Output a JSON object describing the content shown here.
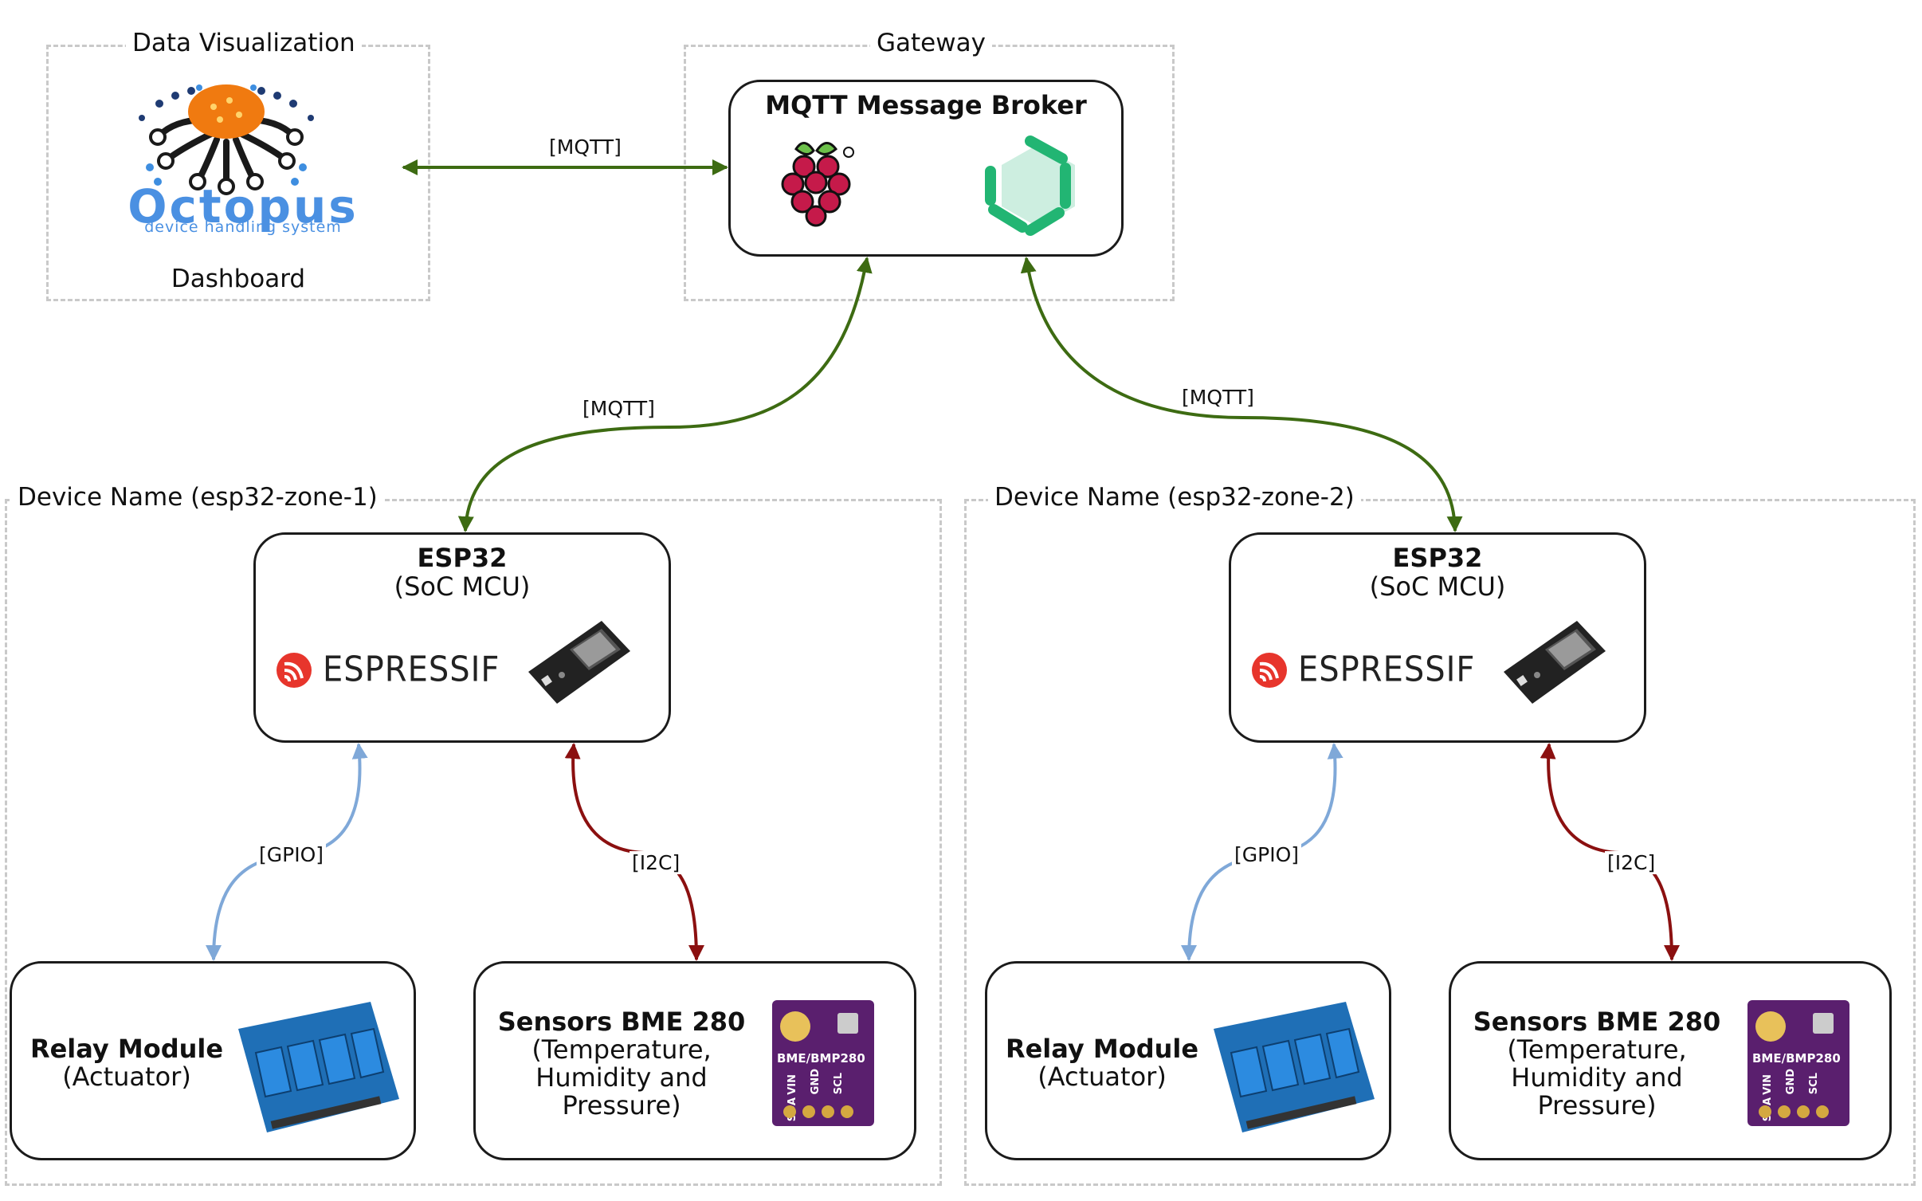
{
  "groups": {
    "data_viz": "Data Visualization",
    "gateway": "Gateway",
    "zone1": "Device Name (esp32-zone-1)",
    "zone2": "Device Name (esp32-zone-2)"
  },
  "dashboard": {
    "logo_name": "Octopus",
    "logo_tagline": "device handling system",
    "caption": "Dashboard"
  },
  "broker": {
    "title": "MQTT Message Broker"
  },
  "esp": {
    "title": "ESP32",
    "subtitle": "(SoC MCU)",
    "brand": "ESPRESSIF"
  },
  "relay": {
    "title": "Relay Module",
    "subtitle": "(Actuator)"
  },
  "sensor": {
    "title": "Sensors BME 280",
    "line1": "(Temperature,",
    "line2": "Humidity and",
    "line3": "Pressure)",
    "chip_label": "BME/BMP280",
    "pins": [
      "VIN",
      "GND",
      "SCL",
      "SDA"
    ]
  },
  "edges": {
    "mqtt": "[MQTT]",
    "gpio": "[GPIO]",
    "i2c": "[I2C]"
  },
  "colors": {
    "mqtt": "#3d6b12",
    "gpio": "#7fa8d8",
    "i2c": "#8b1010",
    "dashed": "#c9c9c9"
  }
}
